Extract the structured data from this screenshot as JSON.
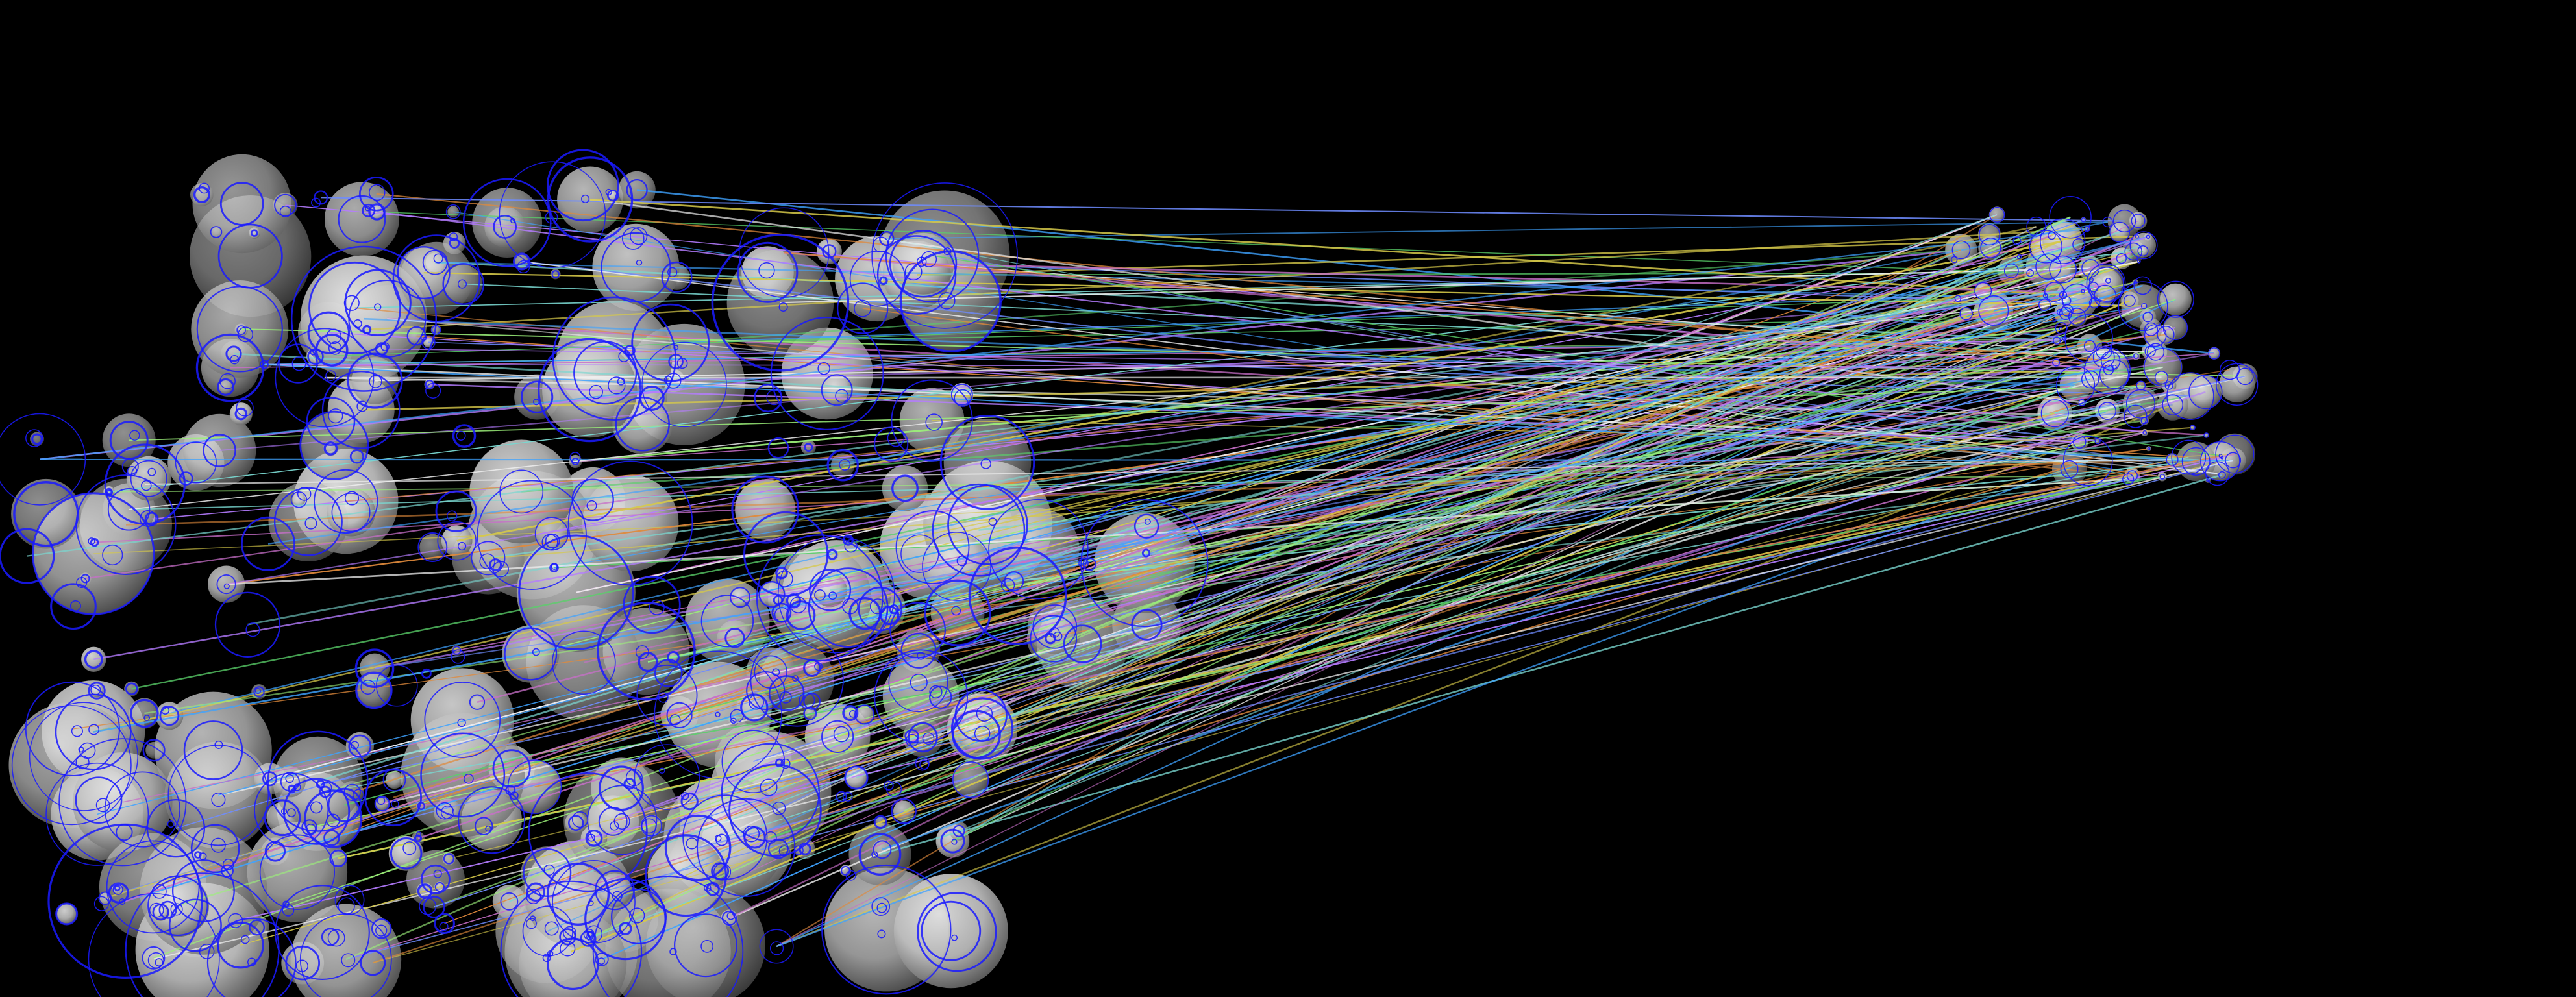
{
  "figure": {
    "kind": "keypoint-match-visualization",
    "background": "#000000",
    "blob_fill": "#cfcfcf",
    "blob_shadow": "#6e6e6e",
    "keypoint_color": "#1a1aff",
    "match_palette": [
      "#9cf07a",
      "#5ad06a",
      "#3fa3ff",
      "#b57cff",
      "#e08a3c",
      "#d6c94a",
      "#7ad7d0",
      "#c86fc9",
      "#f0f0f0",
      "#6f8cff"
    ],
    "left_panel": "query-image-features",
    "right_panel": "reference-image-features"
  }
}
